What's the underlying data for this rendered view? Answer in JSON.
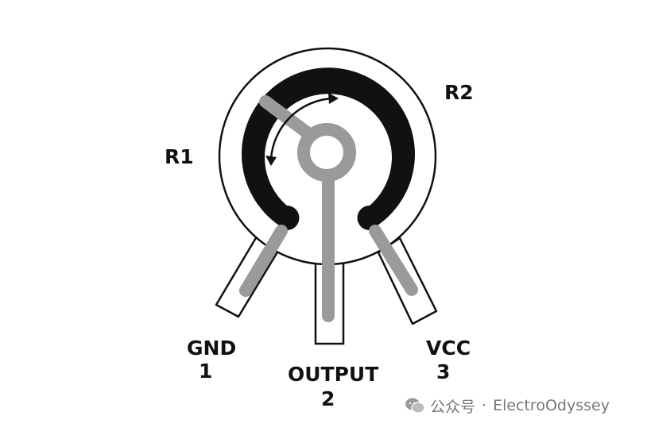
{
  "diagram": {
    "labels": {
      "r1": "R1",
      "r2": "R2",
      "gnd_name": "GND",
      "gnd_pin": "1",
      "output_name": "OUTPUT",
      "output_pin": "2",
      "vcc_name": "VCC",
      "vcc_pin": "3"
    }
  },
  "watermark": {
    "channel": "公众号",
    "separator": "·",
    "author": "ElectroOdyssey"
  },
  "colors": {
    "outline": "#111111",
    "resistive_track": "#111111",
    "conductor": "#9a9a9a",
    "background": "#ffffff",
    "watermark_text": "#777777"
  }
}
